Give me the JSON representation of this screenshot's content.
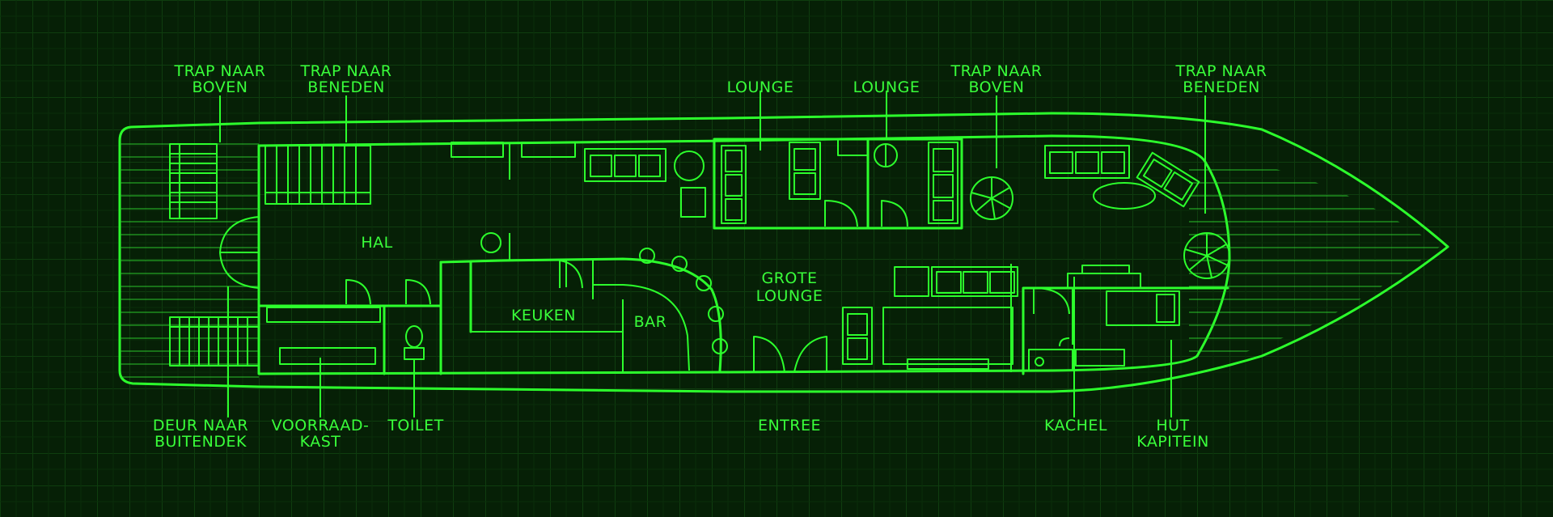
{
  "colors": {
    "background": "#062006",
    "grid": "#0e3a0e",
    "line": "#2cff2c",
    "text": "#39ff3a"
  },
  "labels": {
    "trap_boven_aft": [
      "TRAP NAAR",
      "BOVEN"
    ],
    "trap_beneden_aft": [
      "TRAP NAAR",
      "BENEDEN"
    ],
    "lounge_1": "LOUNGE",
    "lounge_2": "LOUNGE",
    "trap_boven_fwd": [
      "TRAP NAAR",
      "BOVEN"
    ],
    "trap_beneden_fwd": [
      "TRAP NAAR",
      "BENEDEN"
    ],
    "hal": "HAL",
    "keuken": "KEUKEN",
    "bar": "BAR",
    "grote_lounge": [
      "GROTE",
      "LOUNGE"
    ],
    "deur_buitendek": [
      "DEUR NAAR",
      "BUITENDEK"
    ],
    "voorraadkast": [
      "VOORRAAD-",
      "KAST"
    ],
    "toilet": "TOILET",
    "entree": "ENTREE",
    "kachel": "KACHEL",
    "hut_kapitein": [
      "HUT",
      "KAPITEIN"
    ]
  }
}
